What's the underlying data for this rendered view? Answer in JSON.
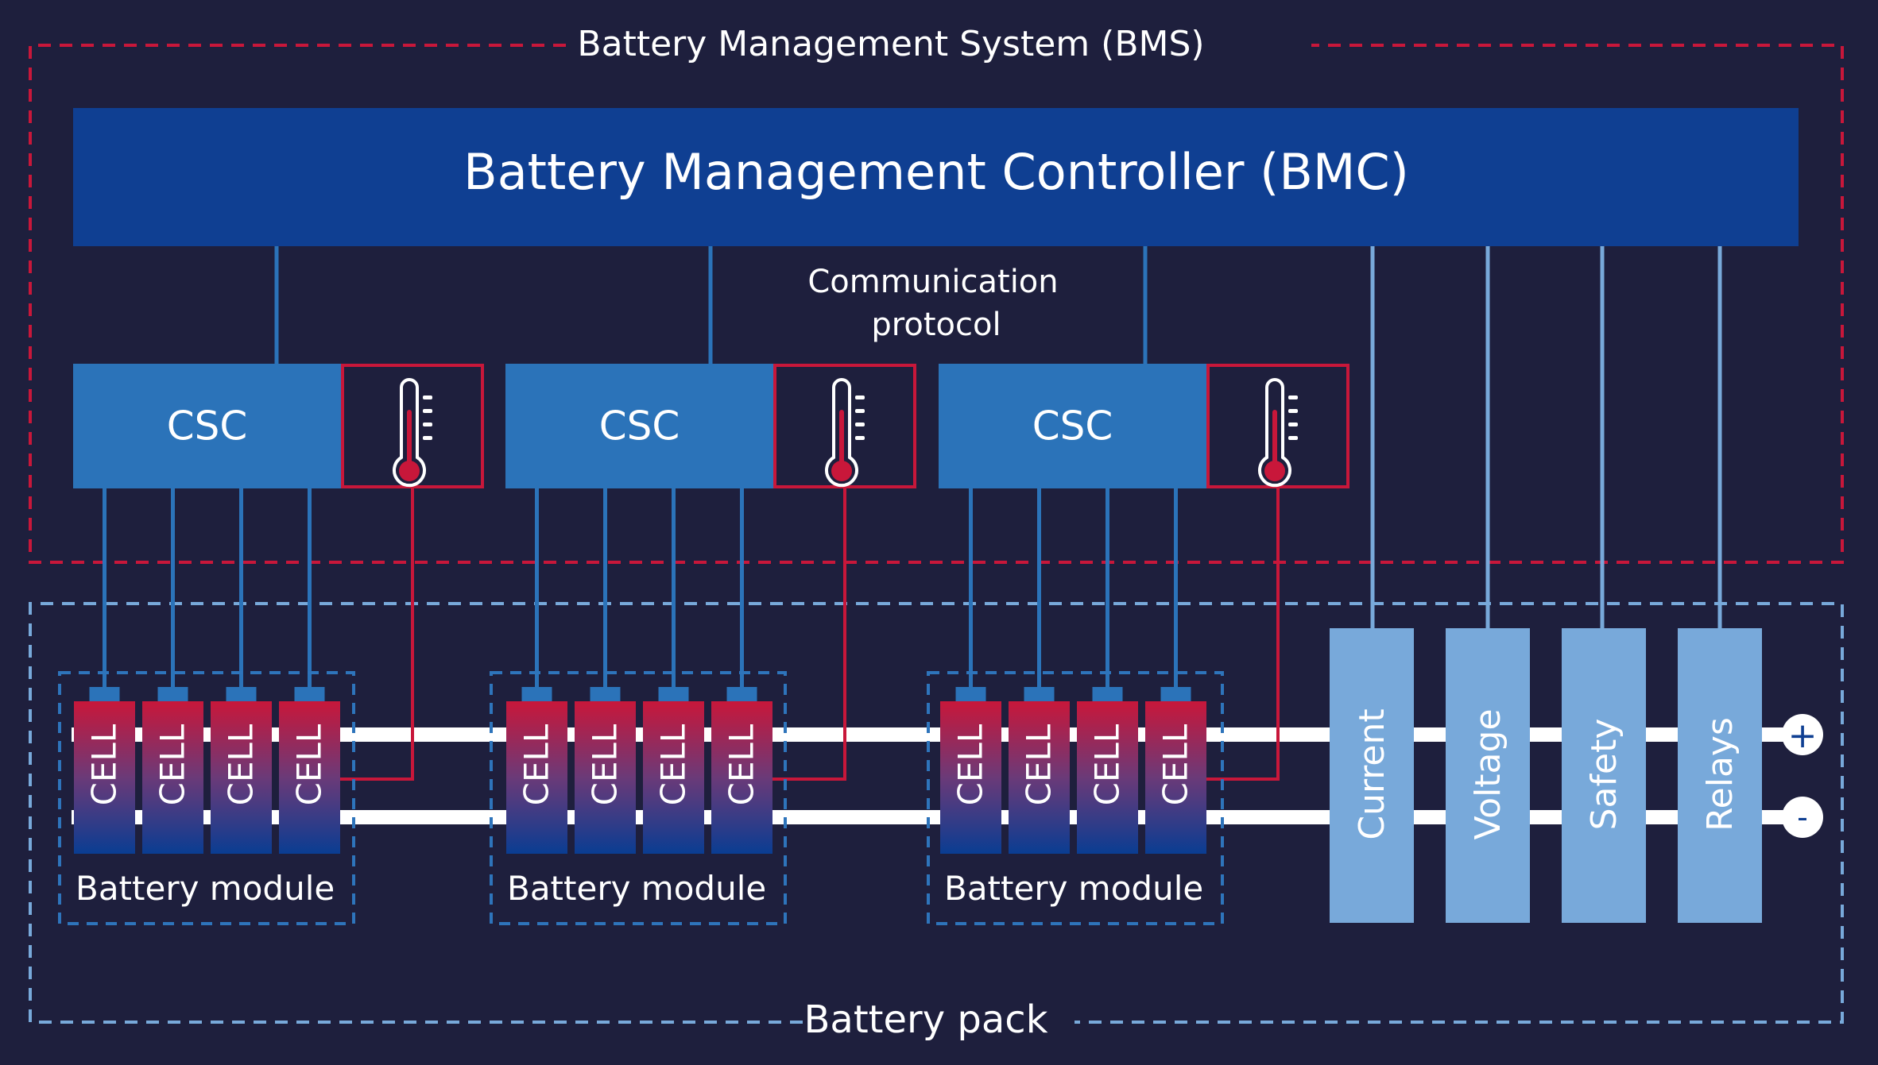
{
  "colors": {
    "background": "#1e1f3d",
    "bmc_fill": "#0f3f92",
    "csc_fill": "#2b73b9",
    "bms_border": "#c8173a",
    "pack_border": "#2e74bb",
    "sensor_fill": "#78a9da",
    "sensor_line": "#78a9da",
    "comm_line": "#2b73b9",
    "thermo_red": "#c8173a",
    "cell_top": "#c8173a",
    "cell_bottom": "#0a3d92",
    "rail": "#ffffff",
    "terminal_symbol": "#0f3f92"
  },
  "bms": {
    "label": "Battery Management System (BMS)"
  },
  "bmc": {
    "label": "Battery Management Controller (BMC)"
  },
  "communication": {
    "line1": "Communication",
    "line2": "protocol"
  },
  "cscs": [
    {
      "label": "CSC",
      "sensor_icon": "thermometer-icon"
    },
    {
      "label": "CSC",
      "sensor_icon": "thermometer-icon"
    },
    {
      "label": "CSC",
      "sensor_icon": "thermometer-icon"
    }
  ],
  "modules": [
    {
      "label": "Battery module",
      "cells": [
        "CELL",
        "CELL",
        "CELL",
        "CELL"
      ]
    },
    {
      "label": "Battery module",
      "cells": [
        "CELL",
        "CELL",
        "CELL",
        "CELL"
      ]
    },
    {
      "label": "Battery module",
      "cells": [
        "CELL",
        "CELL",
        "CELL",
        "CELL"
      ]
    }
  ],
  "sensors": [
    {
      "label": "Current"
    },
    {
      "label": "Voltage"
    },
    {
      "label": "Safety"
    },
    {
      "label": "Relays"
    }
  ],
  "terminals": {
    "positive": "+",
    "negative": "-"
  },
  "pack": {
    "label": "Battery pack"
  }
}
